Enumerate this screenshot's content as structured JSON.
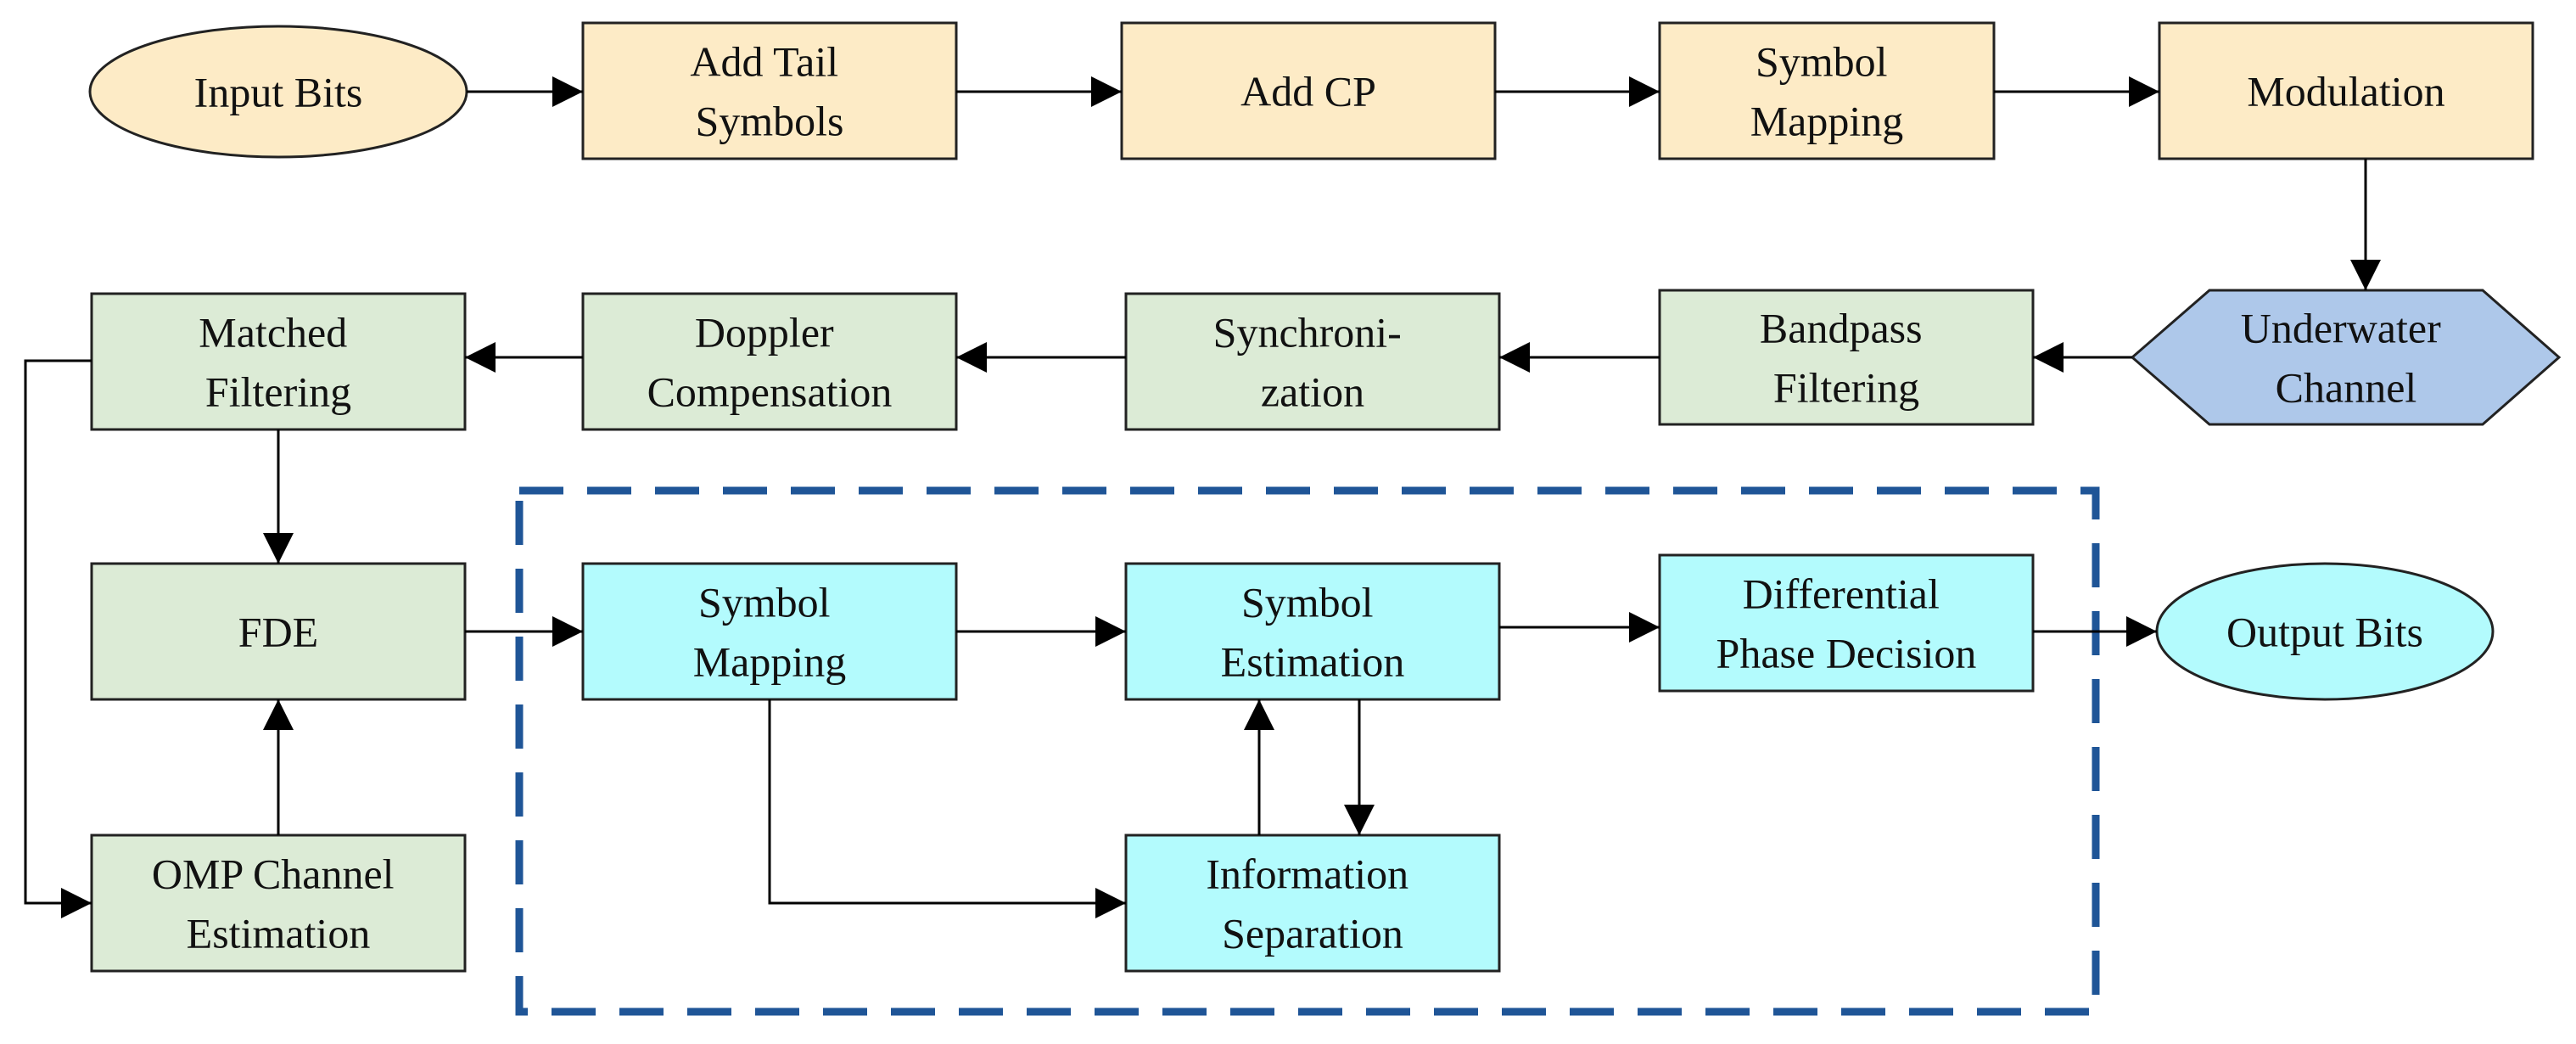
{
  "colors": {
    "transmitter_fill": "#fdebc6",
    "receiver_fill": "#dcebd6",
    "decoder_fill": "#b3fbfd",
    "channel_fill": "#aec8ea",
    "stroke": "#222222",
    "dashed_region": "#1f5597"
  },
  "nodes": {
    "input_bits": {
      "lines": [
        "Input Bits"
      ]
    },
    "add_tail_symbols": {
      "lines": [
        "Add Tail",
        "Symbols"
      ]
    },
    "add_cp": {
      "lines": [
        "Add CP"
      ]
    },
    "symbol_mapping_tx": {
      "lines": [
        "Symbol",
        "Mapping"
      ]
    },
    "modulation": {
      "lines": [
        "Modulation"
      ]
    },
    "underwater_channel": {
      "lines": [
        "Underwater",
        "Channel"
      ]
    },
    "bandpass_filtering": {
      "lines": [
        "Bandpass",
        "Filtering"
      ]
    },
    "synchronization": {
      "lines": [
        "Synchroni-",
        "zation"
      ]
    },
    "doppler_compensation": {
      "lines": [
        "Doppler",
        "Compensation"
      ]
    },
    "matched_filtering": {
      "lines": [
        "Matched",
        "Filtering"
      ]
    },
    "fde": {
      "lines": [
        "FDE"
      ]
    },
    "omp_channel_estimation": {
      "lines": [
        "OMP Channel",
        "Estimation"
      ]
    },
    "symbol_mapping_rx": {
      "lines": [
        "Symbol",
        "Mapping"
      ]
    },
    "symbol_estimation": {
      "lines": [
        "Symbol",
        "Estimation"
      ]
    },
    "information_separation": {
      "lines": [
        "Information",
        "Separation"
      ]
    },
    "differential_phase_decision": {
      "lines": [
        "Differential",
        "Phase Decision"
      ]
    },
    "output_bits": {
      "lines": [
        "Output Bits"
      ]
    }
  }
}
